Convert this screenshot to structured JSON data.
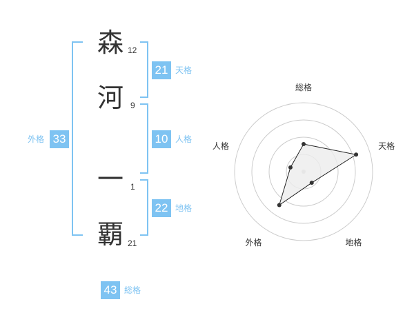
{
  "name": {
    "chars": [
      {
        "char": "森",
        "strokes": "12"
      },
      {
        "char": "河",
        "strokes": "9"
      },
      {
        "char": "一",
        "strokes": "1"
      },
      {
        "char": "覇",
        "strokes": "21"
      }
    ]
  },
  "kaku": {
    "tenkaku": {
      "value": "21",
      "label": "天格"
    },
    "jinkaku": {
      "value": "10",
      "label": "人格"
    },
    "chikaku": {
      "value": "22",
      "label": "地格"
    },
    "gaikaku": {
      "value": "33",
      "label": "外格"
    },
    "soukaku": {
      "value": "43",
      "label": "総格"
    }
  },
  "chart_data": {
    "type": "radar",
    "axes": [
      "総格",
      "天格",
      "地格",
      "外格",
      "人格"
    ],
    "range": [
      0,
      5
    ],
    "rings": 4,
    "values": [
      2,
      4,
      1,
      3,
      1
    ],
    "colors": {
      "fill": "#ececec",
      "line": "#222222",
      "point": "#333333",
      "grid": "#cccccc",
      "center": "#cccccc"
    }
  },
  "colors": {
    "accent": "#7ec3f2"
  }
}
